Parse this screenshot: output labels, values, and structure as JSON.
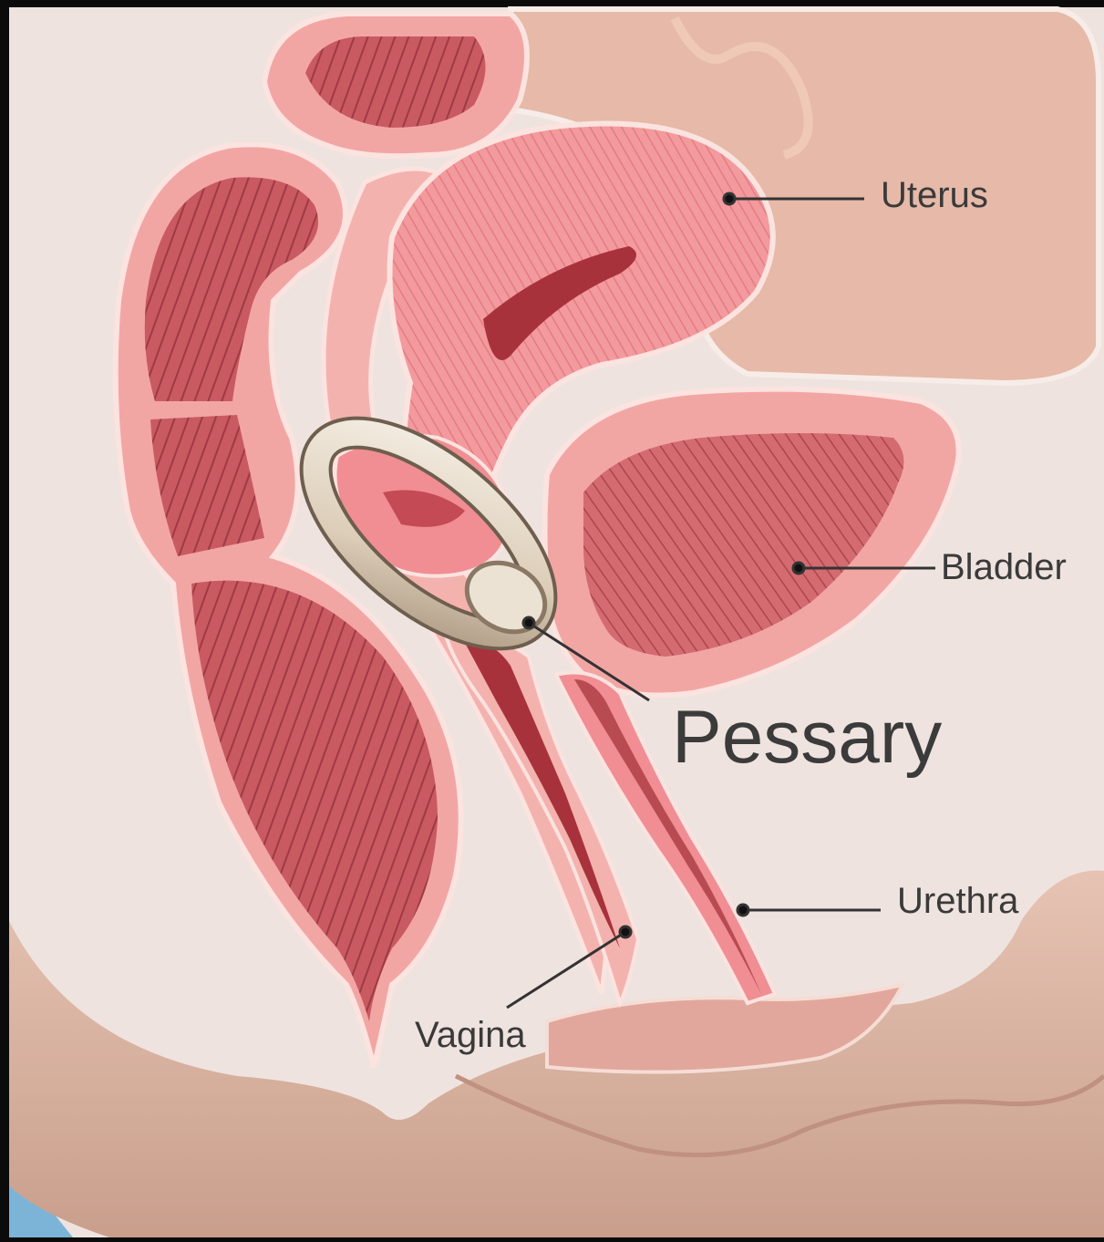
{
  "labels": {
    "uterus": "Uterus",
    "bladder": "Bladder",
    "pessary": "Pessary",
    "urethra": "Urethra",
    "vagina": "Vagina"
  },
  "colors": {
    "background": "#efe3df",
    "tissue_outer": "#f2a6a4",
    "tissue_mid": "#e8878a",
    "tissue_inner": "#b84b52",
    "skin": "#d9b6a6",
    "pessary_ring": "#e7dccb",
    "leader_line": "#333333"
  }
}
